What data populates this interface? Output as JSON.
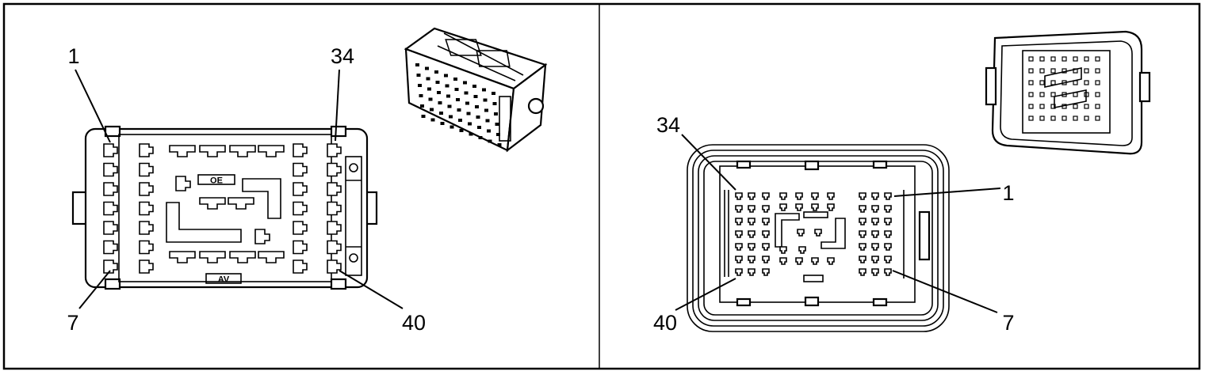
{
  "left_view": {
    "pin_labels": {
      "top_left": "1",
      "top_right": "34",
      "bottom_left": "7",
      "bottom_right": "40"
    },
    "key_label": "OE",
    "bottom_mark": "AV"
  },
  "right_view": {
    "pin_labels": {
      "top_left": "34",
      "top_right": "1",
      "bottom_left": "40",
      "bottom_right": "7"
    }
  }
}
